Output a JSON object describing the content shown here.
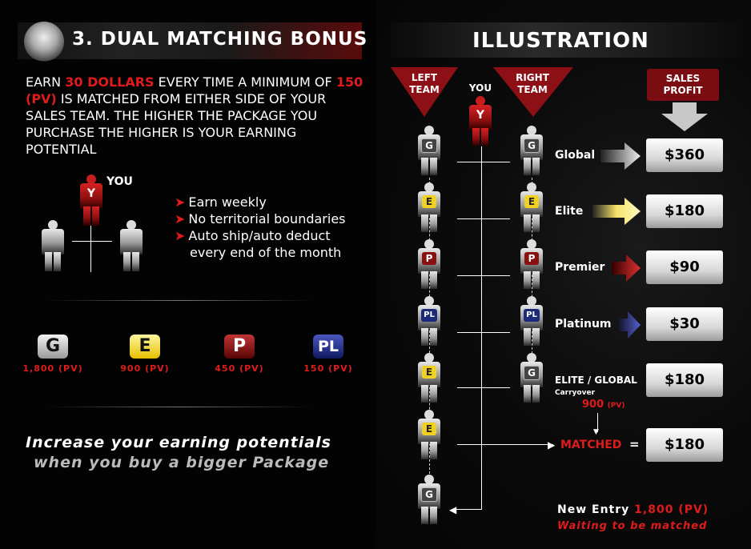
{
  "left": {
    "title": "3. DUAL MATCHING BONUS",
    "intro": {
      "p1": "EARN ",
      "r1": "30 DOLLARS",
      "p2": " EVERY TIME A MINIMUM OF ",
      "r2": "150 (PV)",
      "p3": " IS MATCHED FROM EITHER SIDE OF YOUR SALES TEAM.  THE HIGHER THE PACKAGE YOU PURCHASE THE HIGHER  IS YOUR EARNING POTENTIAL"
    },
    "you_label": "YOU",
    "you_badge": "Y",
    "bullets": [
      "Earn weekly",
      "No territorial boundaries",
      "Auto ship/auto deduct",
      "every end of the month"
    ],
    "packages": [
      {
        "letter": "G",
        "pv": "1,800 (PV)"
      },
      {
        "letter": "E",
        "pv": "900 (PV)"
      },
      {
        "letter": "P",
        "pv": "450 (PV)"
      },
      {
        "letter": "PL",
        "pv": "150 (PV)"
      }
    ],
    "slogan1": "Increase your earning potentials",
    "slogan2": "when you buy a bigger Package"
  },
  "right": {
    "title": "ILLUSTRATION",
    "left_team": "LEFT TEAM",
    "right_team": "RIGHT TEAM",
    "you": "YOU",
    "you_badge": "Y",
    "sales_profit": "SALES PROFIT",
    "left_badges": [
      "G",
      "E",
      "P",
      "PL",
      "E",
      "E",
      "G"
    ],
    "right_badges": [
      "G",
      "E",
      "P",
      "PL",
      "G"
    ],
    "tiers": [
      "Global",
      "Elite",
      "Premier",
      "Platinum"
    ],
    "amounts": [
      "$360",
      "$180",
      "$90",
      "$30",
      "$180",
      "$180"
    ],
    "elite_global": "ELITE / GLOBAL",
    "carryover": "Carryover",
    "carry_pv_num": "900",
    "carry_pv_unit": "(PV)",
    "matched": "MATCHED",
    "equals": "=",
    "new_entry": "New Entry",
    "new_entry_pv": "1,800 (PV)",
    "waiting": "Waiting to be matched"
  },
  "colors": {
    "accent_red": "#e01b1b",
    "elite_yellow": "#f0d020",
    "premier_red": "#8a1010",
    "platinum_blue": "#1c2a7a",
    "sales_profit_bg": "#7a0d12"
  }
}
